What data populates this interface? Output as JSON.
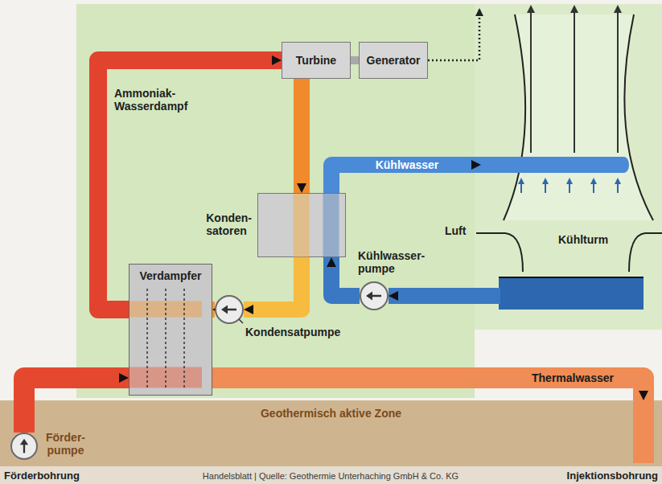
{
  "diagram": {
    "nodes": [
      {
        "text": [
          "Turbine"
        ]
      },
      {
        "text": [
          "Generator"
        ]
      },
      {
        "text": [
          "Konden- satoren"
        ]
      },
      {
        "text": [
          "Verdampfer"
        ]
      },
      {
        "text": [
          "Kondensatpumpe"
        ]
      },
      {
        "text": [
          "Kühlwasser- pumpe"
        ]
      },
      {
        "text": [
          "Kühlturm"
        ]
      },
      {
        "text": [
          "Geothermisch aktive Zone"
        ]
      },
      {
        "text": [
          "Förder- pumpe"
        ],
        "in": 7
      }
    ],
    "edges": [
      {
        "from": 3,
        "to": 0,
        "arrow": "to",
        "label": "Ammoniak- Wasserdampf"
      },
      {
        "from": 0,
        "to": 1,
        "arrow": "none"
      },
      {
        "from": 0,
        "to": 2,
        "arrow": "to"
      },
      {
        "from": 2,
        "to": 4,
        "arrow": "to"
      },
      {
        "from": 4,
        "to": 3,
        "arrow": "to"
      },
      {
        "from": 6,
        "to": 5,
        "arrow": "to"
      },
      {
        "from": 5,
        "to": 2,
        "arrow": "to"
      },
      {
        "from": 2,
        "to": 6,
        "arrow": "to",
        "label": "Kühlwasser"
      },
      {
        "from": 8,
        "to": 3,
        "arrow": "to"
      },
      {
        "from": 3,
        "to": 7,
        "arrow": "to",
        "label": "Thermalwasser"
      }
    ],
    "labels": [
      "Luft",
      "Förderbohrung",
      "Handelsblatt | Quelle: Geothermie Unterhaching GmbH & Co. KG",
      "Injektionsbohrung"
    ]
  }
}
